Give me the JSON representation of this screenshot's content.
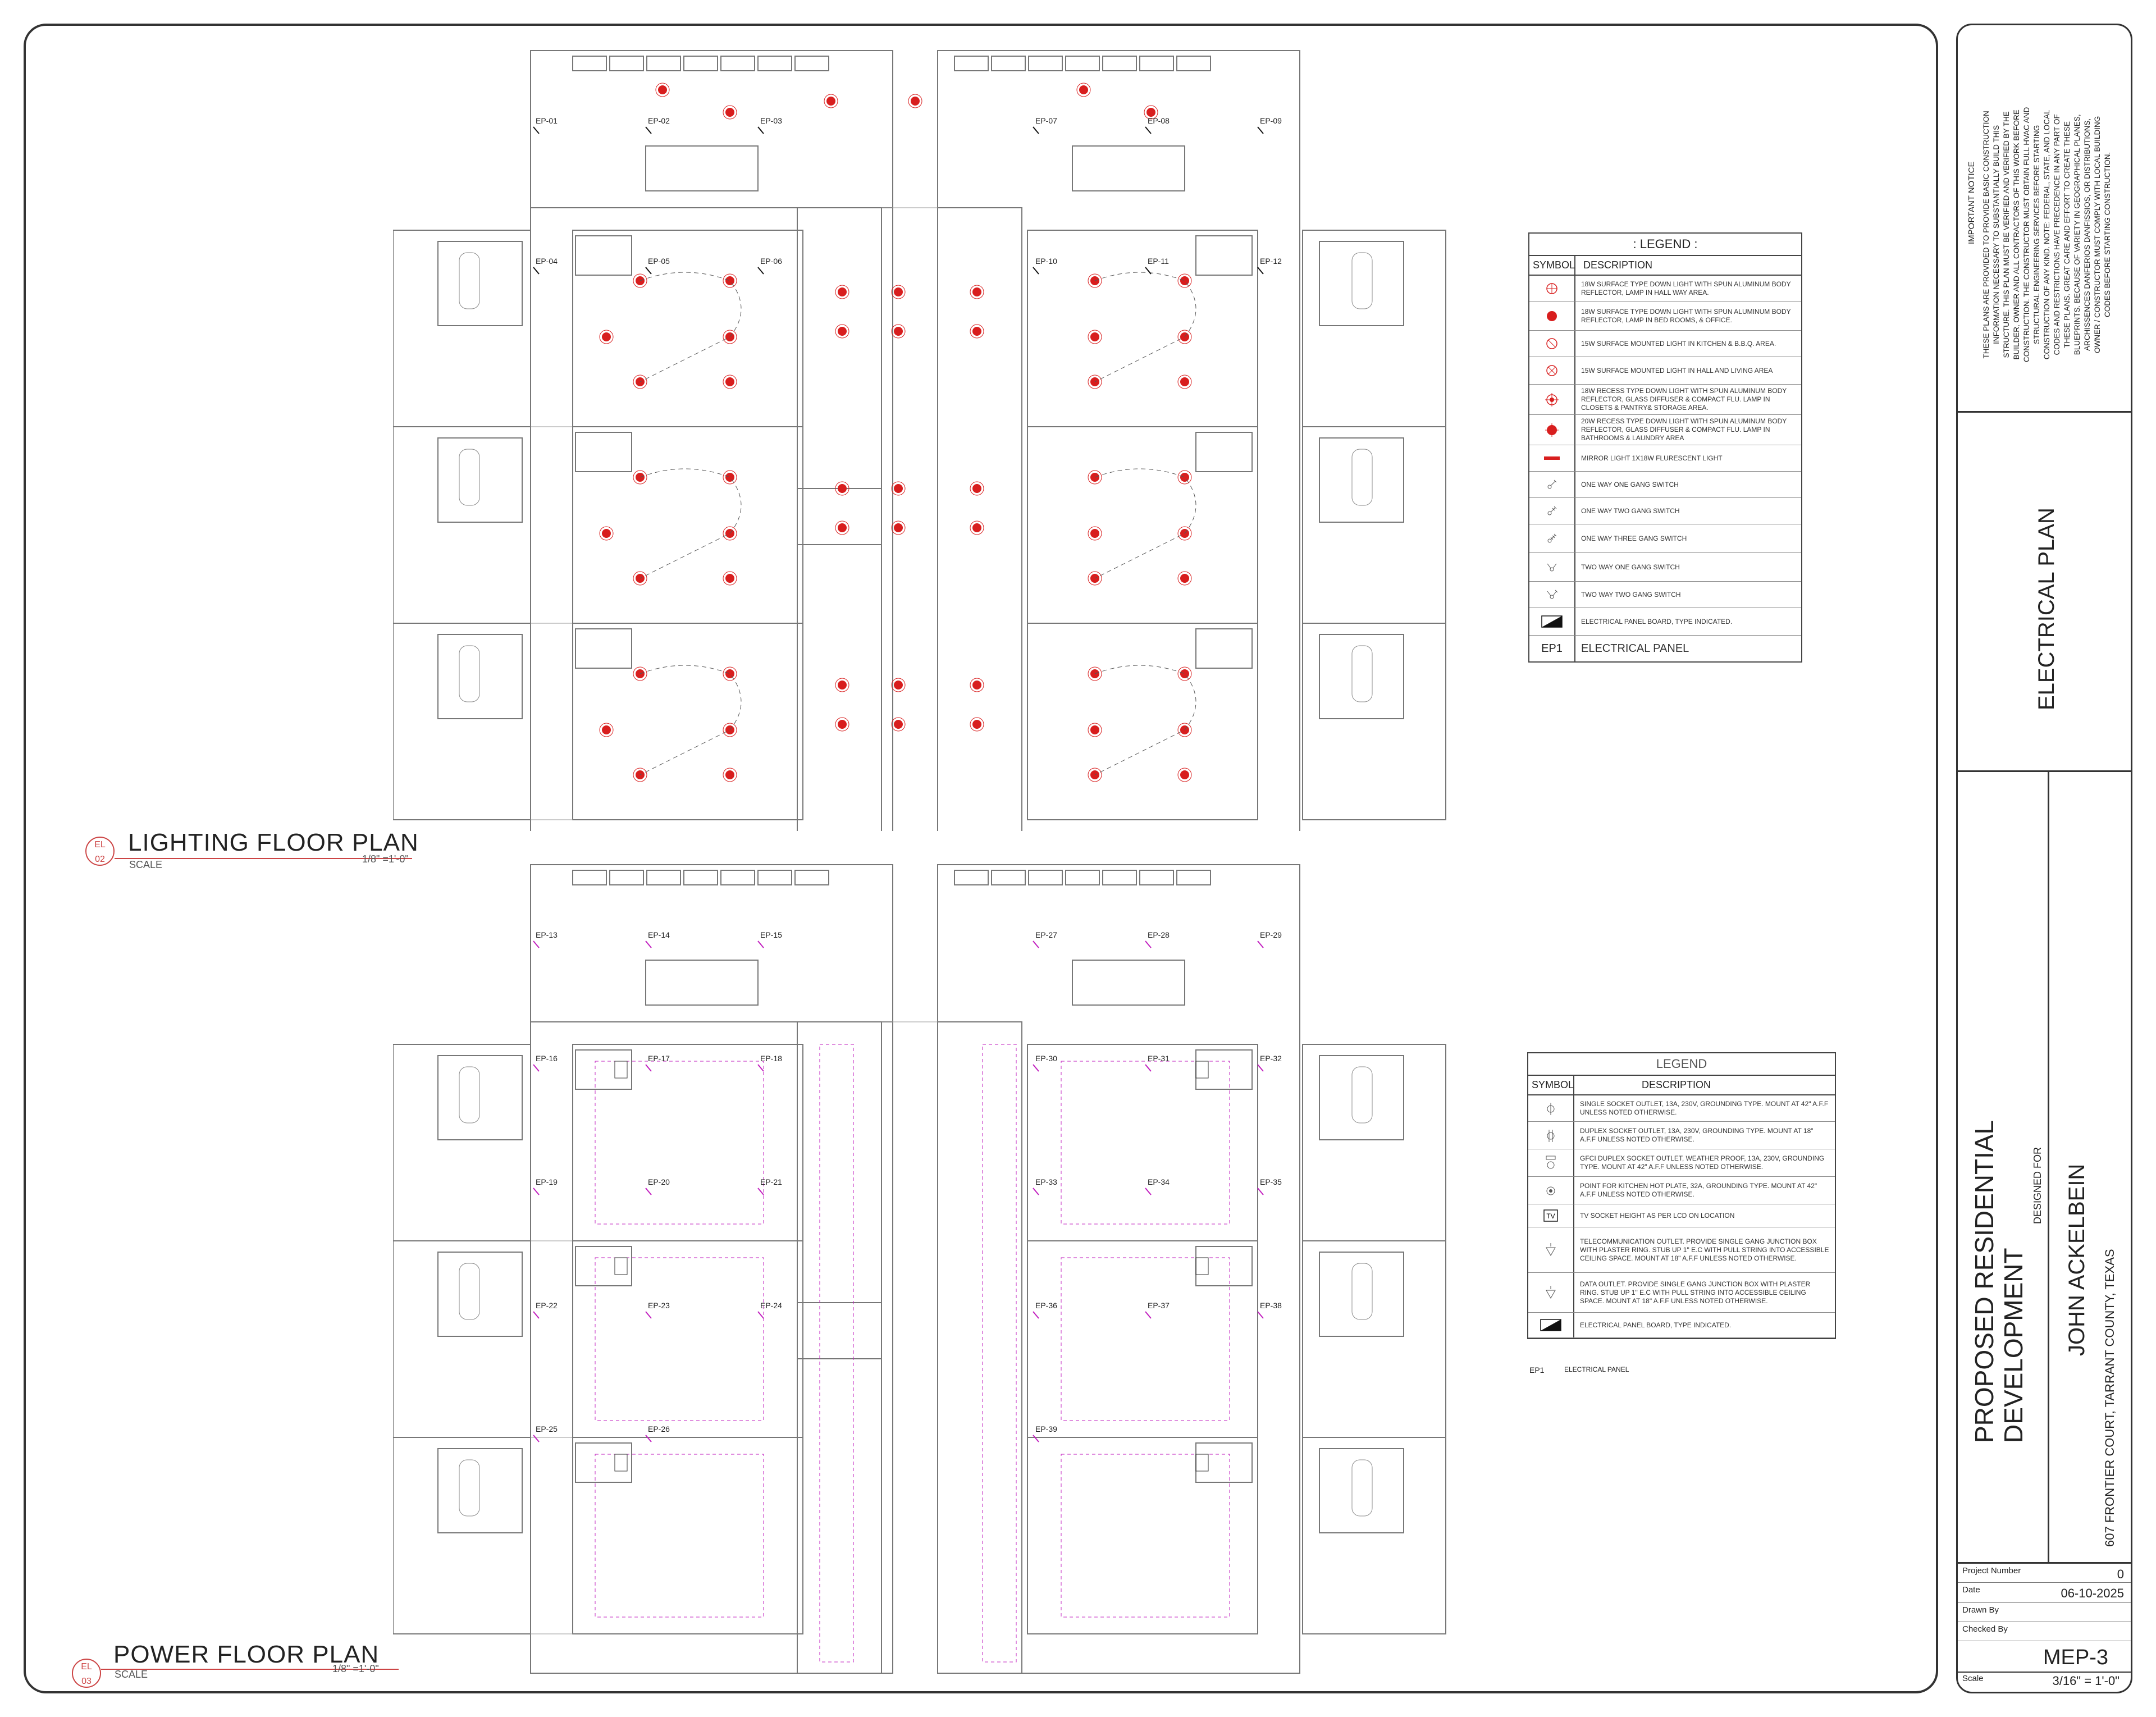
{
  "lighting_plan": {
    "bubble_top": "EL",
    "bubble_bottom": "02",
    "title": "LIGHTING FLOOR PLAN",
    "scale_label": "SCALE",
    "scale_value": "1/8\" =1'-0\"",
    "panel_tags": [
      "EP-01",
      "EP-02",
      "EP-03",
      "EP-04",
      "EP-05",
      "EP-06",
      "EP-07",
      "EP-08",
      "EP-09",
      "EP-10",
      "EP-11",
      "EP-12"
    ]
  },
  "power_plan": {
    "bubble_top": "EL",
    "bubble_bottom": "03",
    "title": "POWER FLOOR PLAN",
    "scale_label": "SCALE",
    "scale_value": "1/8\" =1'-0\"",
    "panel_tags": [
      "EP-13",
      "EP-14",
      "EP-15",
      "EP-16",
      "EP-17",
      "EP-18",
      "EP-19",
      "EP-20",
      "EP-21",
      "EP-22",
      "EP-23",
      "EP-24",
      "EP-25",
      "EP-26",
      "EP-27",
      "EP-28",
      "EP-29",
      "EP-30",
      "EP-31",
      "EP-32",
      "EP-33",
      "EP-34",
      "EP-35",
      "EP-36",
      "EP-37",
      "EP-38",
      "EP-39"
    ]
  },
  "lighting_legend": {
    "title": ": LEGEND :",
    "col_symbol": "SYMBOL",
    "col_description": "DESCRIPTION",
    "rows": [
      {
        "icon": "surface-downlight-icon",
        "text": "18W SURFACE TYPE DOWN LIGHT WITH SPUN ALUMINUM BODY REFLECTOR, LAMP IN HALL WAY AREA."
      },
      {
        "icon": "surface-downlight-bedroom-icon",
        "text": "18W SURFACE TYPE DOWN LIGHT WITH SPUN ALUMINUM BODY REFLECTOR, LAMP IN BED ROOMS, & OFFICE."
      },
      {
        "icon": "kitchen-light-icon",
        "text": "15W SURFACE MOUNTED LIGHT IN KITCHEN & B.B.Q. AREA."
      },
      {
        "icon": "hall-light-icon",
        "text": "15W SURFACE MOUNTED LIGHT IN HALL AND LIVING AREA"
      },
      {
        "icon": "recess-downlight-icon",
        "text": "18W RECESS TYPE DOWN LIGHT WITH SPUN ALUMINUM BODY REFLECTOR, GLASS DIFFUSER & COMPACT FLU. LAMP IN CLOSETS & PANTRY& STORAGE AREA."
      },
      {
        "icon": "recess-downlight-bath-icon",
        "text": "20W RECESS TYPE DOWN LIGHT WITH SPUN ALUMINUM BODY REFLECTOR, GLASS DIFFUSER & COMPACT FLU. LAMP IN BATHROOMS & LAUNDRY AREA"
      },
      {
        "icon": "mirror-light-icon",
        "text": "MIRROR LIGHT 1X18W  FLURESCENT  LIGHT"
      },
      {
        "icon": "one-gang-switch-icon",
        "text": "ONE WAY ONE GANG SWITCH"
      },
      {
        "icon": "two-gang-switch-icon",
        "text": "ONE WAY TWO GANG SWITCH"
      },
      {
        "icon": "three-gang-switch-icon",
        "text": "ONE WAY THREE GANG SWITCH"
      },
      {
        "icon": "two-way-one-gang-switch-icon",
        "text": "TWO WAY ONE GANG SWITCH"
      },
      {
        "icon": "two-way-two-gang-switch-icon",
        "text": "TWO WAY TWO GANG SWITCH"
      },
      {
        "icon": "panel-board-icon",
        "text": "ELECTRICAL PANEL BOARD, TYPE INDICATED."
      }
    ],
    "ep_symbol": "EP1",
    "ep_text": "ELECTRICAL PANEL"
  },
  "power_legend": {
    "title": "LEGEND",
    "col_symbol": "SYMBOL",
    "col_description": "DESCRIPTION",
    "rows": [
      {
        "icon": "single-socket-icon",
        "text": "SINGLE SOCKET OUTLET, 13A, 230V, GROUNDING TYPE. MOUNT AT 42\" A.F.F UNLESS NOTED OTHERWISE."
      },
      {
        "icon": "duplex-socket-icon",
        "text": "DUPLEX SOCKET OUTLET, 13A, 230V, GROUNDING TYPE. MOUNT AT 18\" A.F.F UNLESS NOTED OTHERWISE."
      },
      {
        "icon": "gfci-outlet-icon",
        "text": "GFCI DUPLEX SOCKET OUTLET, WEATHER PROOF, 13A, 230V, GROUNDING TYPE. MOUNT AT 42\" A.F.F UNLESS NOTED OTHERWISE."
      },
      {
        "icon": "kitchen-hotplate-icon",
        "text": "POINT FOR KITCHEN HOT PLATE, 32A, GROUNDING TYPE. MOUNT AT 42\" A.F.F UNLESS NOTED OTHERWISE."
      },
      {
        "icon": "tv-socket-icon",
        "text": "TV SOCKET HEIGHT AS PER LCD ON LOCATION"
      },
      {
        "icon": "telecom-outlet-icon",
        "text": "TELECOMMUNICATION OUTLET. PROVIDE SINGLE GANG JUNCTION BOX WITH PLASTER RING. STUB UP 1\" E.C WITH PULL STRING INTO ACCESSIBLE CEILING SPACE. MOUNT AT 18\" A.F.F UNLESS NOTED OTHERWISE."
      },
      {
        "icon": "data-outlet-icon",
        "text": "DATA OUTLET. PROVIDE SINGLE GANG JUNCTION BOX WITH PLASTER RING. STUB UP 1\" E.C WITH PULL STRING INTO ACCESSIBLE CEILING SPACE. MOUNT AT 18\" A.F.F UNLESS NOTED OTHERWISE."
      },
      {
        "icon": "panel-board-icon",
        "text": "ELECTRICAL PANEL BOARD, TYPE INDICATED."
      }
    ],
    "tv_label": "TV",
    "ep_symbol": "EP1",
    "ep_text": "ELECTRICAL PANEL"
  },
  "title_block": {
    "notice_title": "IMPORTANT NOTICE",
    "notice_lines": [
      "THESE PLANS ARE PROVIDED TO PROVIDE BASIC CONSTRUCTION",
      "INFORMATION NECESSARY TO SUBSTANTIALLY BUILD THIS",
      "STRUCTURE. THIS PLAN MUST BE VERIFIED AND VERIFIED BY THE",
      "BUILDER, OWNER AND ALL CONTRACTORS OF THIS WORK BEFORE",
      "CONSTRUCTION. THE CONSTRUCTOR MUST OBTAIN FULL HVAC AND",
      "STRUCTURAL ENGINEERING SERVICES BEFORE STARTING",
      "CONSTRUCTION OF ANY KIND. NOTE: FEDERAL, STATE, AND LOCAL",
      "CODES AND RESTRICTIONS HAVE PRECEDENCE IN ANY PART OF",
      "THESE PLANS. GREAT CARE AND EFFORT TO CREATE THESE",
      "BLUEPRINTS. BECAUSE OF VARIETY IN GEOGRAPHICAL PLANES,",
      "ARCHISSENCES DANFERIOS DANFISSIOS, OR DISTRIBUTIONS,",
      "OWNER / CONSTRUCTOR MUST COMPLY WITH LOCAL BUILDING",
      "CODES BEFORE STARTING CONSTRUCTION."
    ],
    "sheet_title": "ELECTRICAL PLAN",
    "project_line1": "PROPOSED RESIDENTIAL",
    "project_line2": "DEVELOPMENT",
    "designed_for_label": "DESIGNED FOR",
    "client": "JOHN ACKELBEIN",
    "address": "607 FRONTIER COURT, TARRANT COUNTY, TEXAS",
    "project_number_label": "Project Number",
    "project_number": "0",
    "date_label": "Date",
    "date": "06-10-2025",
    "drawn_by_label": "Drawn By",
    "checked_by_label": "Checked By",
    "sheet_number": "MEP-3",
    "scale_label": "Scale",
    "scale": "3/16\" = 1'-0\""
  },
  "colors": {
    "light_fixture": "#d81e1e",
    "power_circuit": "#c21fbf",
    "line": "#555555"
  }
}
